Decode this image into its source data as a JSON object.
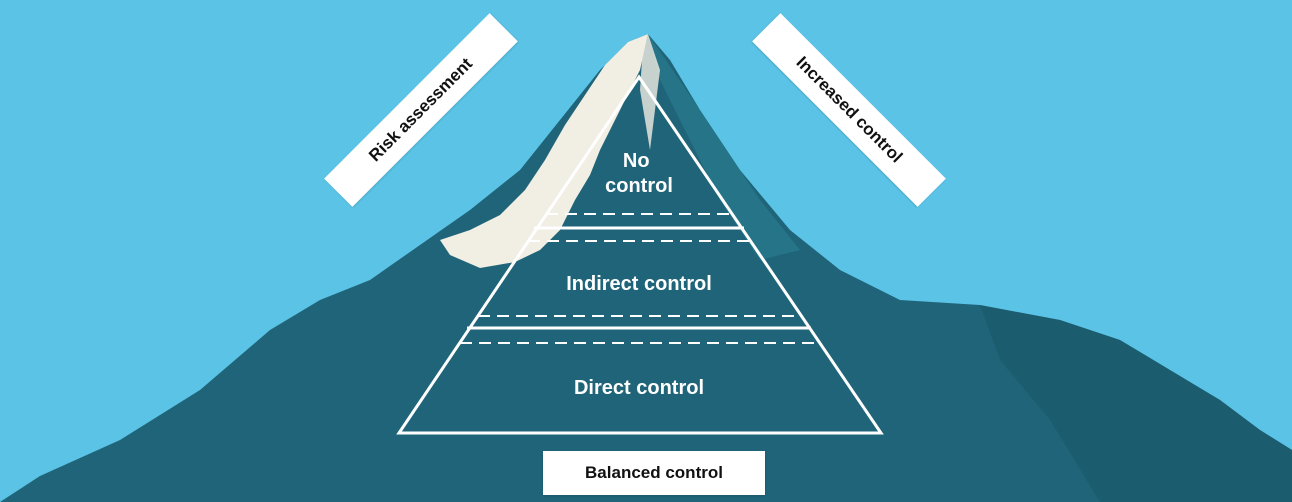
{
  "diagram": {
    "tiers": [
      {
        "label_lines": [
          "No",
          "control"
        ]
      },
      {
        "label_lines": [
          "Indirect control"
        ]
      },
      {
        "label_lines": [
          "Direct control"
        ]
      }
    ],
    "side_banners": {
      "left": "Risk assessment",
      "right": "Increased control"
    },
    "base_banner": "Balanced control"
  },
  "colors": {
    "sky": "#5bc3e6",
    "mountain_dark": "#1f6478",
    "mountain_mid": "#2c7f92",
    "snow": "#f1eee4",
    "outline": "#ffffff",
    "banner": "#ffffff",
    "banner_text": "#111111"
  }
}
